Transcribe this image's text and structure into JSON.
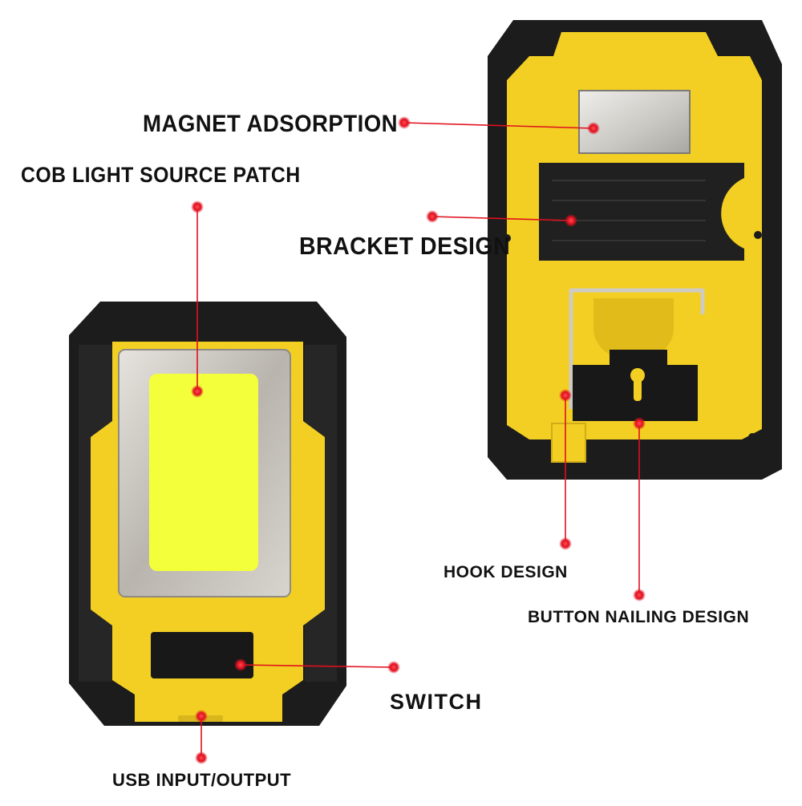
{
  "callouts": {
    "magnet": "MAGNET ADSORPTION",
    "cob": "COB LIGHT SOURCE PATCH",
    "bracket": "BRACKET DESIGN",
    "hook": "HOOK DESIGN",
    "button_nailing": "BUTTON NAILING DESIGN",
    "switch": "SWITCH",
    "usb": "USB INPUT/OUTPUT"
  },
  "colors": {
    "body_yellow": "#F2CF22",
    "shell_black": "#1C1C1C",
    "cob_yellow": "#F4FF3C",
    "metal_silver": "#CFCBC4",
    "pointer_red": "#E0101E"
  }
}
